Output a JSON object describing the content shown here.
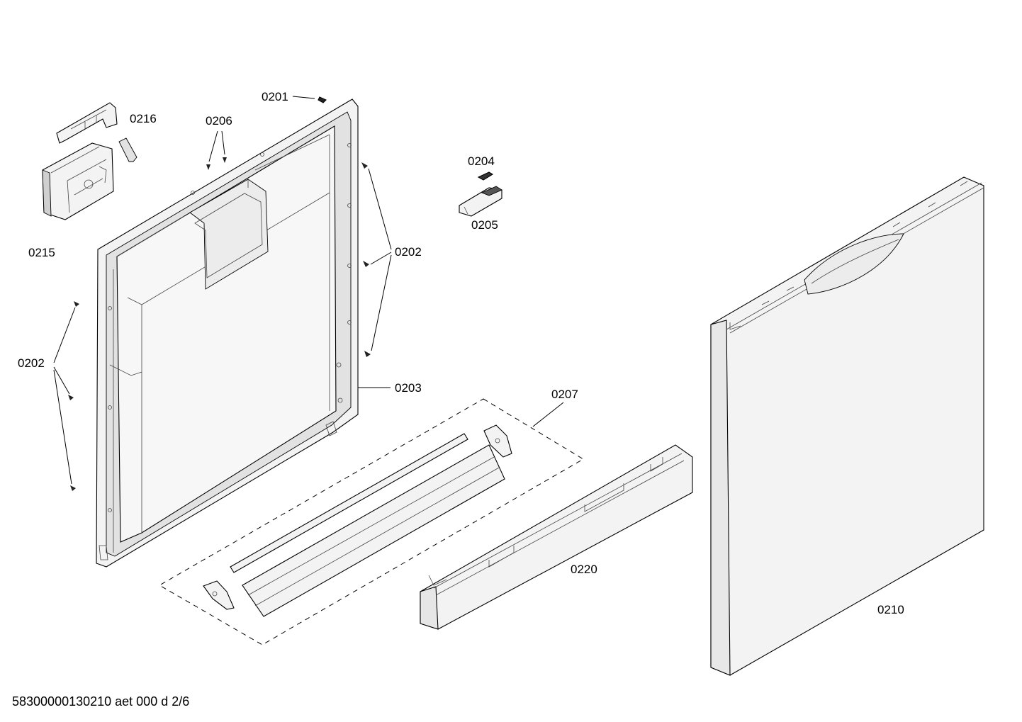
{
  "labels": {
    "p0201": "0201",
    "p0216": "0216",
    "p0206": "0206",
    "p0204": "0204",
    "p0205": "0205",
    "p0215": "0215",
    "p0202_right": "0202",
    "p0202_left": "0202",
    "p0203": "0203",
    "p0207": "0207",
    "p0220": "0220",
    "p0210": "0210"
  },
  "doc_id": "58300000130210 aet 000 d 2/6"
}
